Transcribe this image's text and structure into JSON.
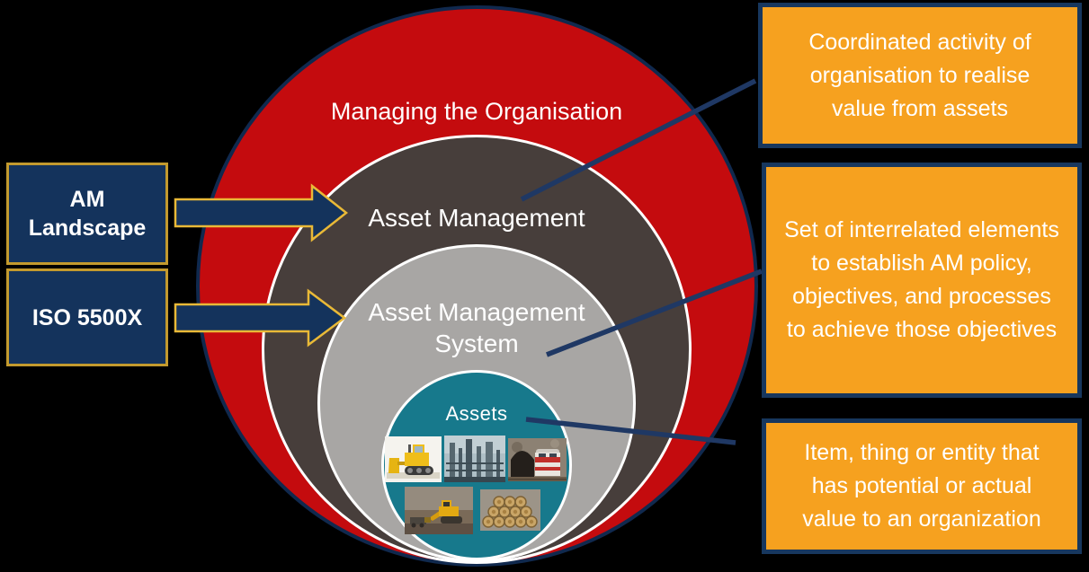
{
  "palette": {
    "background": "#000000",
    "red_ring": "#C40B0E",
    "dark_ring": "#473E3B",
    "gray_ring": "#A8A6A4",
    "teal_ring": "#17798C",
    "navy": "#17375E",
    "gold_border": "#C39A2E",
    "arrow_gold": "#E9B937",
    "orange_box": "#F6A11F",
    "text": "#FFFFFF"
  },
  "rings": {
    "managing": {
      "label": "Managing the Organisation"
    },
    "asset_management": {
      "label": "Asset Management"
    },
    "ams": {
      "label": "Asset Management System"
    },
    "assets": {
      "label": "Assets",
      "photos": [
        "bulldozer",
        "oil-refinery",
        "train-tunnel",
        "mining-excavator",
        "timber-logs"
      ]
    }
  },
  "tags": {
    "am_landscape": {
      "label": "AM Landscape"
    },
    "iso": {
      "label": "ISO 5500X"
    }
  },
  "definitions": {
    "asset_management": {
      "text": "Coordinated activity of organisation to realise value from assets"
    },
    "ams": {
      "text": "Set of interrelated elements to establish AM policy, objectives, and processes to achieve those objectives"
    },
    "assets": {
      "text": "Item, thing or entity that has potential or actual value to an organization"
    }
  }
}
